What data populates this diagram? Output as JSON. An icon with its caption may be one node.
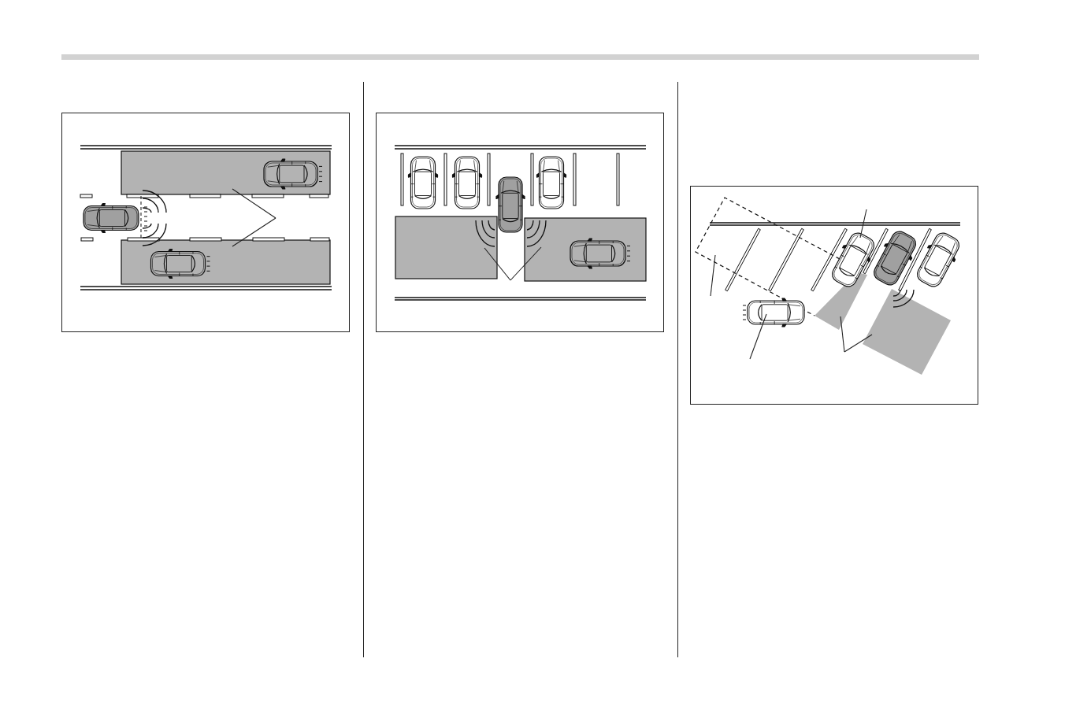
{
  "diagram": {
    "nodes": [
      {
        "text": [],
        "shape": "box"
      },
      {
        "text": [],
        "shape": "box"
      },
      {
        "text": [],
        "shape": "box"
      },
      {
        "text": [],
        "shape": "box"
      },
      {
        "text": [],
        "shape": "picture"
      },
      {
        "text": [],
        "shape": "box"
      },
      {
        "text": [],
        "shape": "picture"
      },
      {
        "text": [],
        "shape": "box"
      },
      {
        "text": [],
        "shape": "box"
      }
    ],
    "edges": [
      {
        "from": null,
        "to": 0,
        "arrow": "none"
      },
      {
        "from": null,
        "to": 1,
        "arrow": "none"
      },
      {
        "from": null,
        "to": 2,
        "arrow": "none"
      },
      {
        "from": null,
        "to": 3,
        "arrow": "none"
      },
      {
        "from": null,
        "to": 4,
        "arrow": "none"
      },
      {
        "from": null,
        "to": 5,
        "arrow": "none"
      },
      {
        "from": null,
        "to": 6,
        "arrow": "none"
      },
      {
        "from": null,
        "to": 7,
        "arrow": "none"
      },
      {
        "from": null,
        "to": 8,
        "arrow": "none"
      }
    ]
  }
}
